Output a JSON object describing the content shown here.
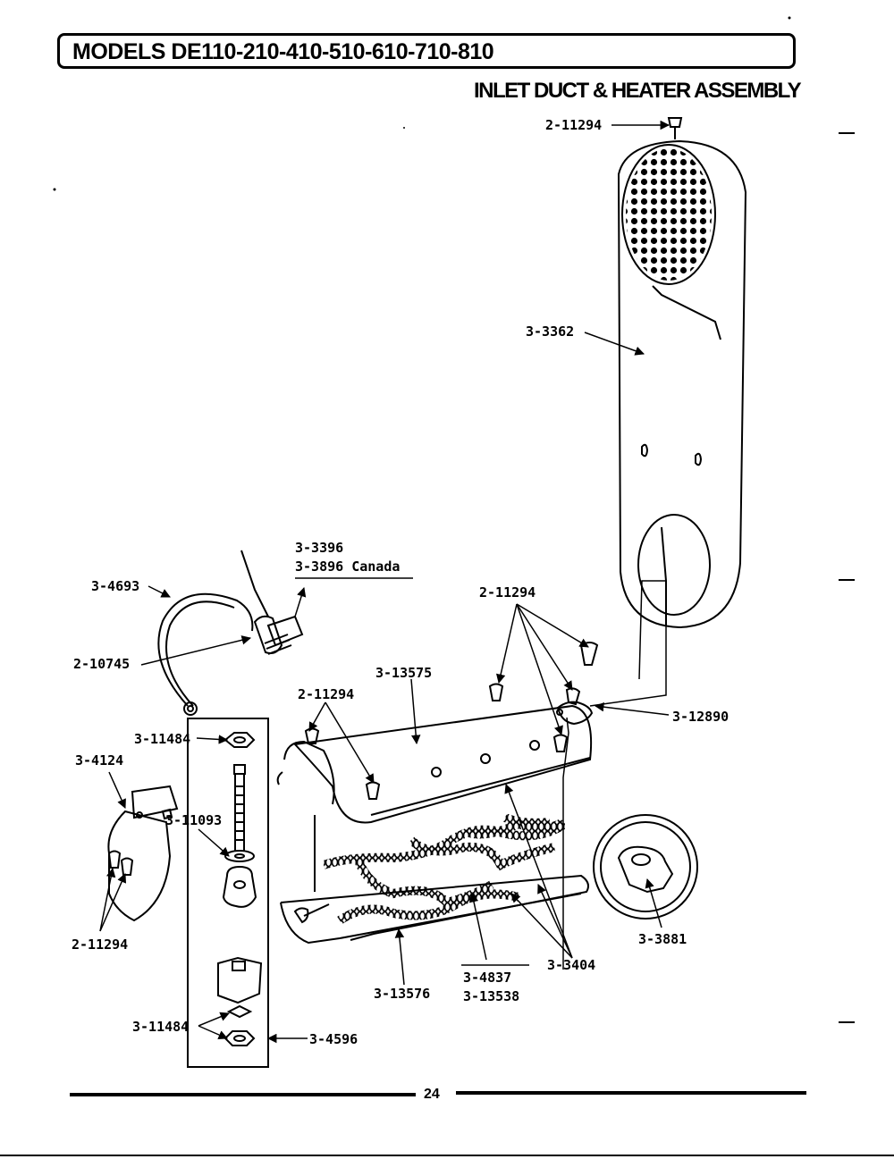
{
  "header": {
    "models_title": "MODELS DE110-210-410-510-610-710-810",
    "section_title": "INLET DUCT & HEATER ASSEMBLY"
  },
  "parts": {
    "p_2_11294_top": "2-11294",
    "p_3_3362": "3-3362",
    "p_3_3396": "3-3396",
    "p_3_3896": "3-3896 Canada",
    "p_3_4693": "3-4693",
    "p_2_10745": "2-10745",
    "p_2_11294_mid_right": "2-11294",
    "p_3_13575": "3-13575",
    "p_2_11294_mid_left": "2-11294",
    "p_3_12890": "3-12890",
    "p_3_11484_top": "3-11484",
    "p_3_4124": "3-4124",
    "p_3_11093": "3-11093",
    "p_2_11294_bottom_left": "2-11294",
    "p_3_3881": "3-3881",
    "p_3_4837": "3-4837",
    "p_3_13538": "3-13538",
    "p_3_3404": "3-3404",
    "p_3_13576": "3-13576",
    "p_3_11484_bottom": "3-11484",
    "p_3_4596": "3-4596"
  },
  "footer": {
    "page_number": "24"
  }
}
